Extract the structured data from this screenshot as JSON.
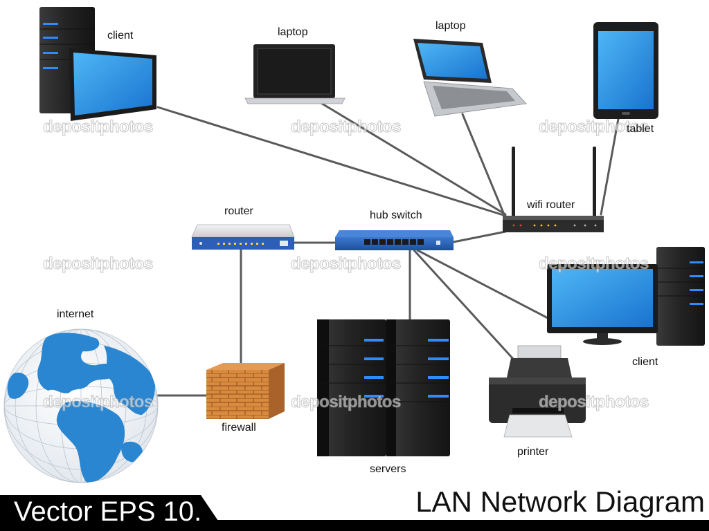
{
  "diagram": {
    "title": "LAN Network Diagram",
    "footer_left": "Vector EPS 10.",
    "watermark": "depositphotos",
    "labels": {
      "client_top": "client",
      "laptop_left": "laptop",
      "laptop_right": "laptop",
      "tablet": "tablet",
      "wifi_router": "wifi router",
      "hub_switch": "hub switch",
      "router": "router",
      "internet": "internet",
      "firewall": "firewall",
      "servers": "servers",
      "printer": "printer",
      "client_right": "client"
    },
    "colors": {
      "screen_blue": "#1e90e0",
      "device_dark": "#2a2a2a",
      "switch_blue": "#2a5fb0",
      "brick": "#c87d3a",
      "globe_blue": "#2b86d1",
      "cable": "#5a5a5a"
    }
  }
}
